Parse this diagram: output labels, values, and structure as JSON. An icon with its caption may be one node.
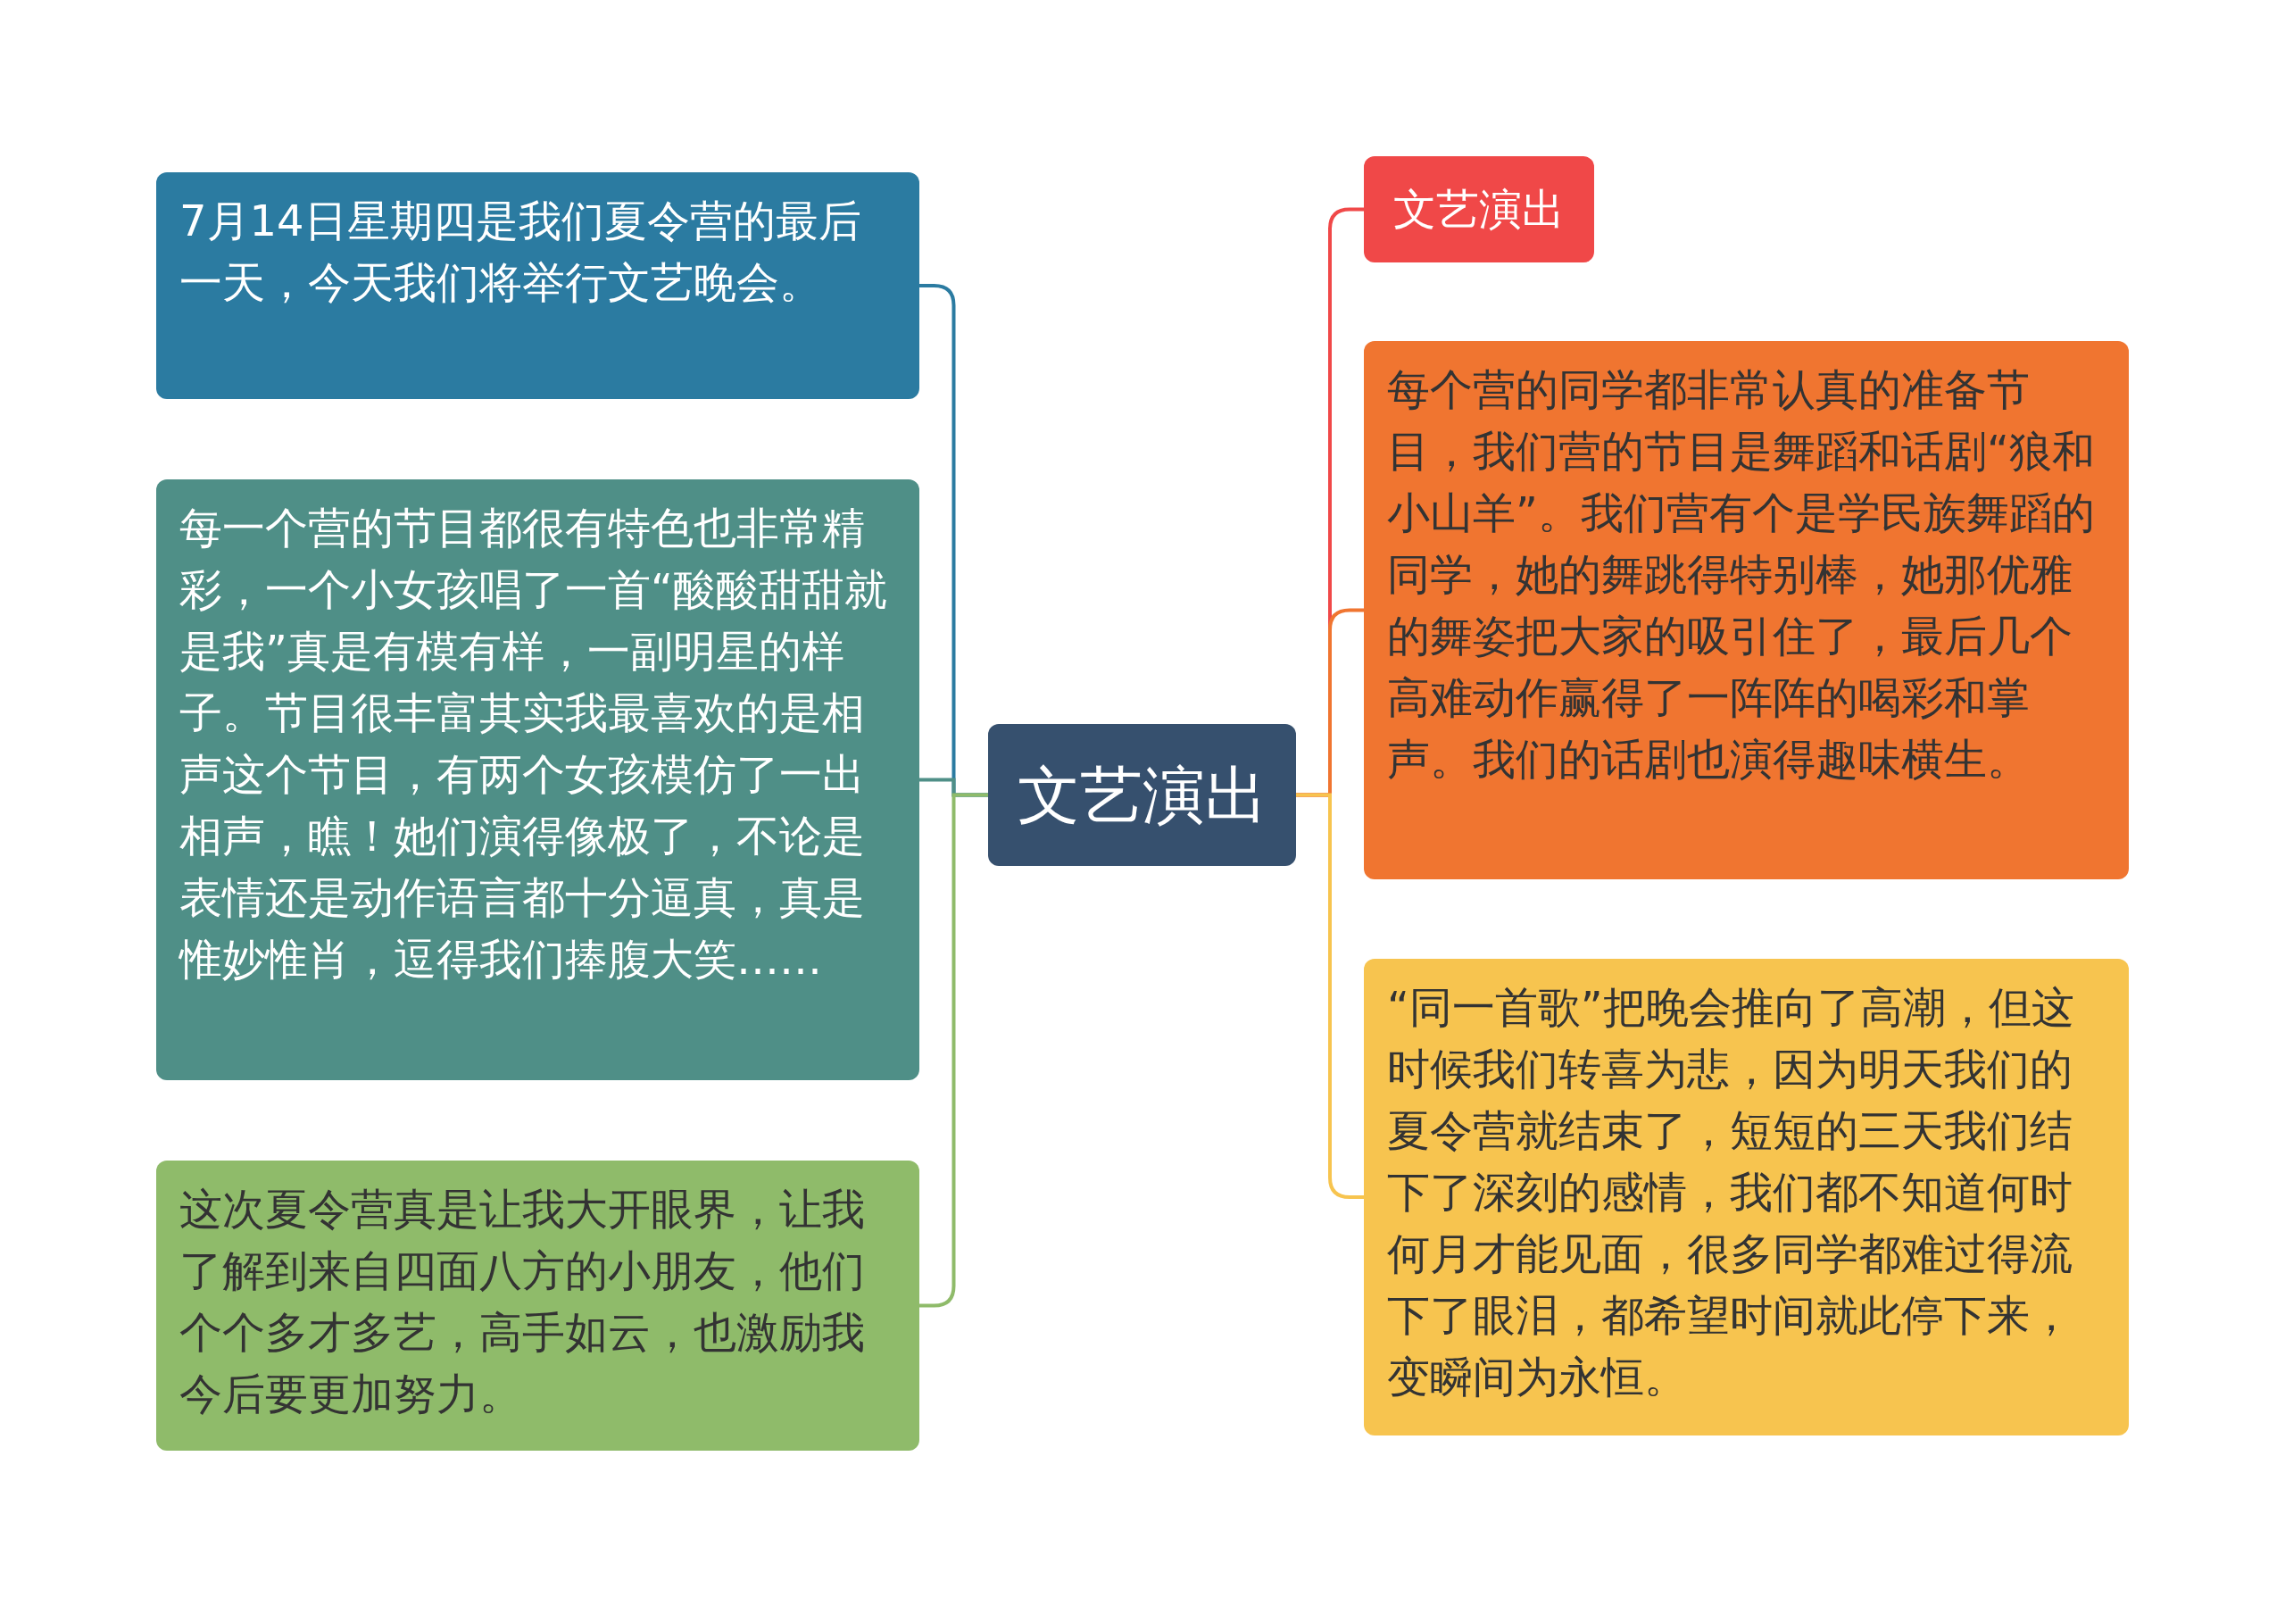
{
  "diagram": {
    "nodes": [
      {
        "text": [
          "文艺演出"
        ]
      },
      {
        "text": [
          "7月14日星期四是我们夏令营的最后一天，今天我们将举行文艺晚会。"
        ]
      },
      {
        "text": [
          "每一个营的节目都很有特色也非常精彩，一个小女孩唱了一首“酸酸甜甜就是我”真是有模有样，一副明星的样子。节目很丰富其实我最喜欢的是相声这个节目，有两个女孩模仿了一出相声，瞧！她们演得像极了，不论是表情还是动作语言都十分逼真，真是惟妙惟肖，逗得我们捧腹大笑……"
        ]
      },
      {
        "text": [
          "这次夏令营真是让我大开眼界，让我了解到来自四面八方的小朋友，他们个个多才多艺，高手如云，也激励我今后要更加努力。"
        ]
      },
      {
        "text": [
          "文艺演出"
        ]
      },
      {
        "text": [
          "每个营的同学都非常认真的准备节目，我们营的节目是舞蹈和话剧“狼和小山羊”。我们营有个是学民族舞蹈的同学，她的舞跳得特别棒，她那优雅的舞姿把大家的吸引住了，最后几个高难动作赢得了一阵阵的喝彩和掌声。我们的话剧也演得趣味横生。"
        ]
      },
      {
        "text": [
          "“同一首歌”把晚会推向了高潮，但这时候我们转喜为悲，因为明天我们的夏令营就结束了，短短的三天我们结下了深刻的感情，我们都不知道何时何月才能见面，很多同学都难过得流下了眼泪，都希望时间就此停下来，变瞬间为永恒。"
        ]
      }
    ],
    "edges": [
      {
        "from": 0,
        "to": 1,
        "arrow": "none",
        "color": "#2b7ba1"
      },
      {
        "from": 0,
        "to": 2,
        "arrow": "none",
        "color": "#4f8f87"
      },
      {
        "from": 0,
        "to": 3,
        "arrow": "none",
        "color": "#8fbb6a"
      },
      {
        "from": 0,
        "to": 4,
        "arrow": "none",
        "color": "#f04848"
      },
      {
        "from": 0,
        "to": 5,
        "arrow": "none",
        "color": "#f07530"
      },
      {
        "from": 0,
        "to": 6,
        "arrow": "none",
        "color": "#f7c44f"
      }
    ]
  }
}
